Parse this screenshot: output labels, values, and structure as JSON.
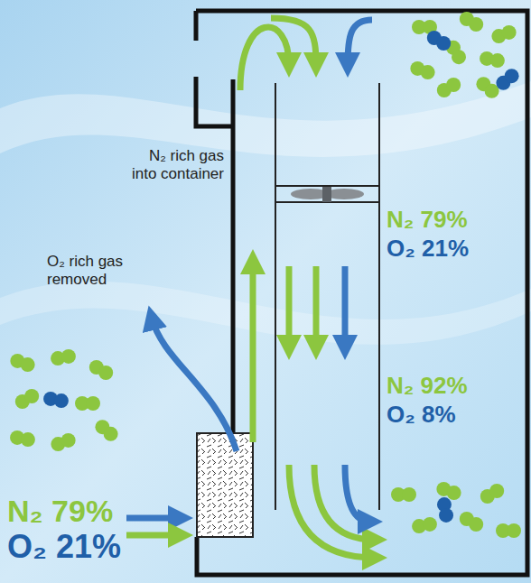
{
  "diagram": {
    "labels": [
      "N₂ rich gas into container",
      "O₂ rich gas removed",
      "N₂ 79%",
      "O₂ 21%",
      "N₂ 92%",
      "O₂ 8%",
      "N₂ 79%",
      "O₂ 21%"
    ]
  }
}
